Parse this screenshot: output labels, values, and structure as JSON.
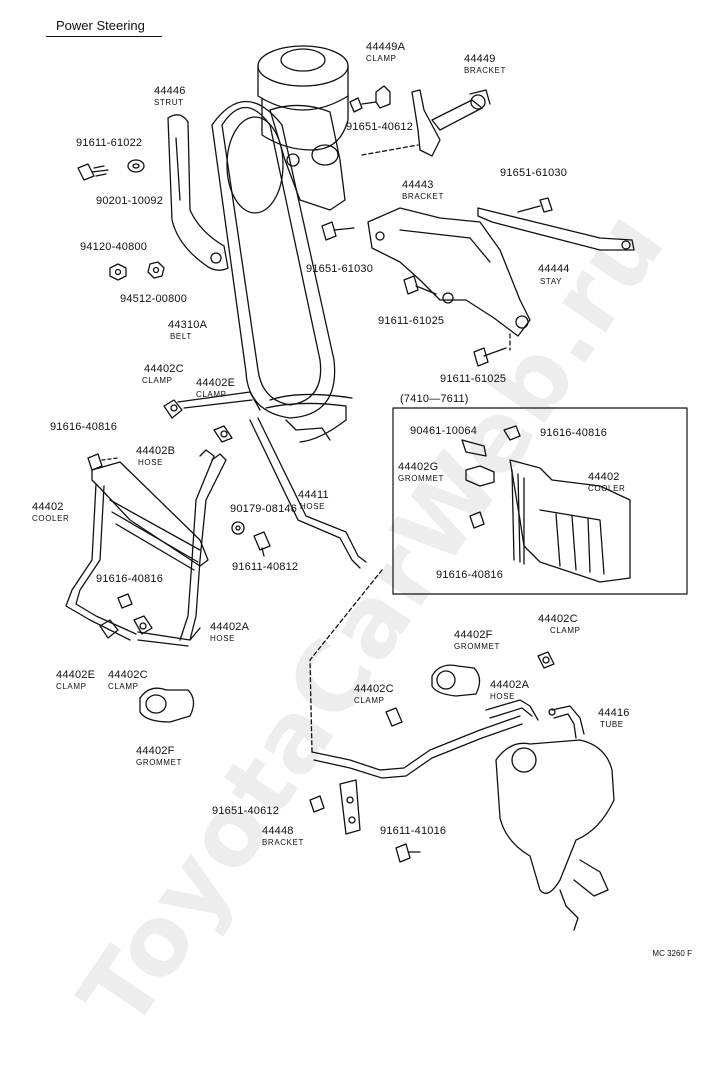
{
  "title": "Power Steering",
  "watermark": "ToyotaCarWeb.ru",
  "code": "MC 3260 F",
  "inset_range": "(7410—7611)",
  "parts": {
    "p44449A": {
      "num": "44449A",
      "name": "CLAMP"
    },
    "p44449": {
      "num": "44449",
      "name": "BRACKET"
    },
    "p44446": {
      "num": "44446",
      "name": "STRUT"
    },
    "p91611_61022": {
      "num": "91611-61022"
    },
    "p90201_10092": {
      "num": "90201-10092"
    },
    "p91651_40612_top": {
      "num": "91651-40612"
    },
    "p91651_61030_r": {
      "num": "91651-61030"
    },
    "p44443": {
      "num": "44443",
      "name": "BRACKET"
    },
    "p94120_40800": {
      "num": "94120-40800"
    },
    "p94512_00800": {
      "num": "94512-00800"
    },
    "p91651_61030_m": {
      "num": "91651-61030"
    },
    "p44444": {
      "num": "44444",
      "name": "STAY"
    },
    "p44310A": {
      "num": "44310A",
      "name": "BELT"
    },
    "p91611_61025_a": {
      "num": "91611-61025"
    },
    "p91611_61025_b": {
      "num": "91611-61025"
    },
    "p44402C_a": {
      "num": "44402C",
      "name": "CLAMP"
    },
    "p44402E_a": {
      "num": "44402E",
      "name": "CLAMP"
    },
    "p91616_40816_a": {
      "num": "91616-40816"
    },
    "p44402B": {
      "num": "44402B",
      "name": "HOSE"
    },
    "p44411": {
      "num": "44411",
      "name": "HOSE"
    },
    "p90179_08146": {
      "num": "90179-08146"
    },
    "p91611_40812": {
      "num": "91611-40812"
    },
    "p44402_a": {
      "num": "44402",
      "name": "COOLER"
    },
    "p91616_40816_b": {
      "num": "91616-40816"
    },
    "p44402A_a": {
      "num": "44402A",
      "name": "HOSE"
    },
    "p44402E_b": {
      "num": "44402E",
      "name": "CLAMP"
    },
    "p44402C_b": {
      "num": "44402C",
      "name": "CLAMP"
    },
    "p44402F_a": {
      "num": "44402F",
      "name": "GROMMET"
    },
    "p90461_10064": {
      "num": "90461-10064"
    },
    "p91616_40816_c": {
      "num": "91616-40816"
    },
    "p44402G": {
      "num": "44402G",
      "name": "GROMMET"
    },
    "p44402_b": {
      "num": "44402",
      "name": "COOLER"
    },
    "p91616_40816_d": {
      "num": "91616-40816"
    },
    "p44402C_c": {
      "num": "44402C",
      "name": "CLAMP"
    },
    "p44402F_b": {
      "num": "44402F",
      "name": "GROMMET"
    },
    "p44402C_d": {
      "num": "44402C",
      "name": "CLAMP"
    },
    "p44402A_b": {
      "num": "44402A",
      "name": "HOSE"
    },
    "p44416": {
      "num": "44416",
      "name": "TUBE"
    },
    "p91651_40612_b": {
      "num": "91651-40612"
    },
    "p44448": {
      "num": "44448",
      "name": "BRACKET"
    },
    "p91611_41016": {
      "num": "91611-41016"
    }
  }
}
